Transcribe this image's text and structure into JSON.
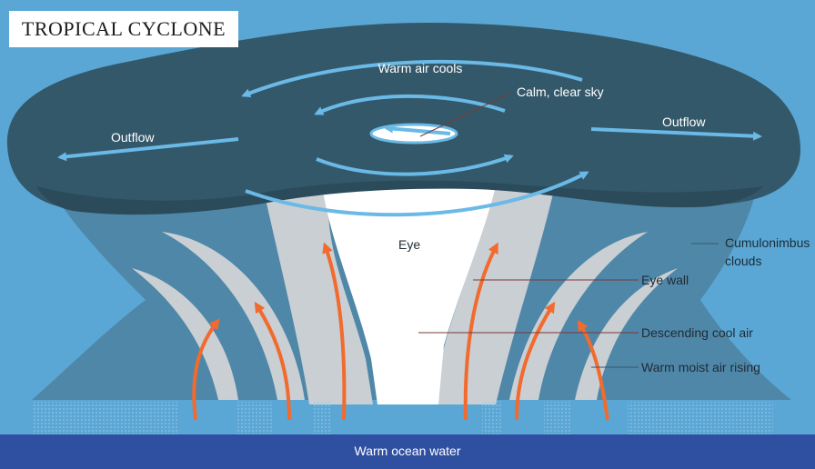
{
  "title": "TROPICAL CYCLONE",
  "labels": {
    "warm_air_cools": "Warm air cools",
    "calm_clear_sky": "Calm, clear sky",
    "outflow_left": "Outflow",
    "outflow_right": "Outflow",
    "eye": "Eye",
    "cumulonimbus_line1": "Cumulonimbus",
    "cumulonimbus_line2": "clouds",
    "eye_wall": "Eye wall",
    "descending_cool_air": "Descending cool air",
    "warm_moist_air_rising": "Warm moist air rising",
    "warm_ocean_water": "Warm ocean water"
  },
  "colors": {
    "sky": "#5aa7d6",
    "cloud_top": "#33586a",
    "cloud_body": "#4f87a8",
    "eye_wall": "#c9cfd3",
    "eye": "#ffffff",
    "ocean": "#2f4fa0",
    "warm_arrow": "#f26a2e",
    "cool_arrow": "#6ab9e6"
  }
}
